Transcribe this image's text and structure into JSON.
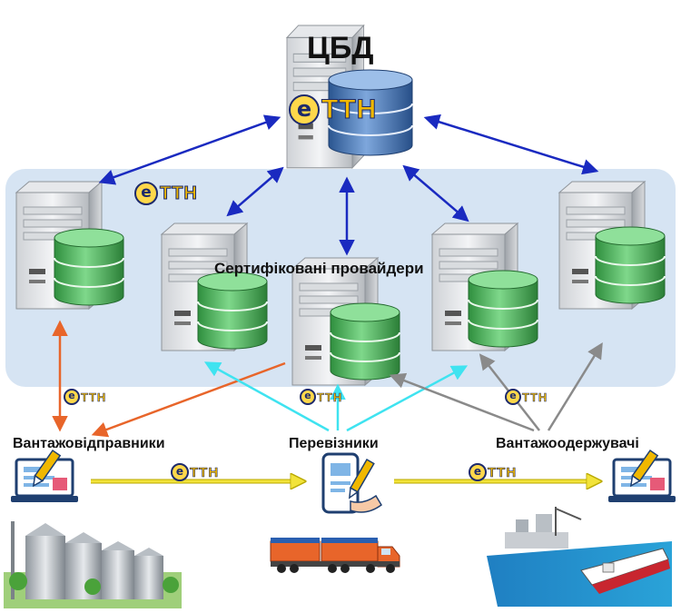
{
  "center": {
    "title": "ЦБД"
  },
  "providers": {
    "title": "Сертифіковані провайдери"
  },
  "badge": {
    "e": "e",
    "text": "ТТН"
  },
  "parties": {
    "shipper": "Вантажовідправники",
    "carrier": "Перевізники",
    "receiver": "Вантажоодержувачі"
  },
  "colors": {
    "panel": "#d6e4f3",
    "server_to_server": "#1a2ac0",
    "shipper_link": "#e8652a",
    "carrier_link": "#3fe3f0",
    "receiver_link": "#8a8a8a",
    "flow": "#f2e33a",
    "badge_yellow": "#f0b800",
    "db_green": "#5cc26b",
    "db_blue": "#4b7fc0"
  }
}
